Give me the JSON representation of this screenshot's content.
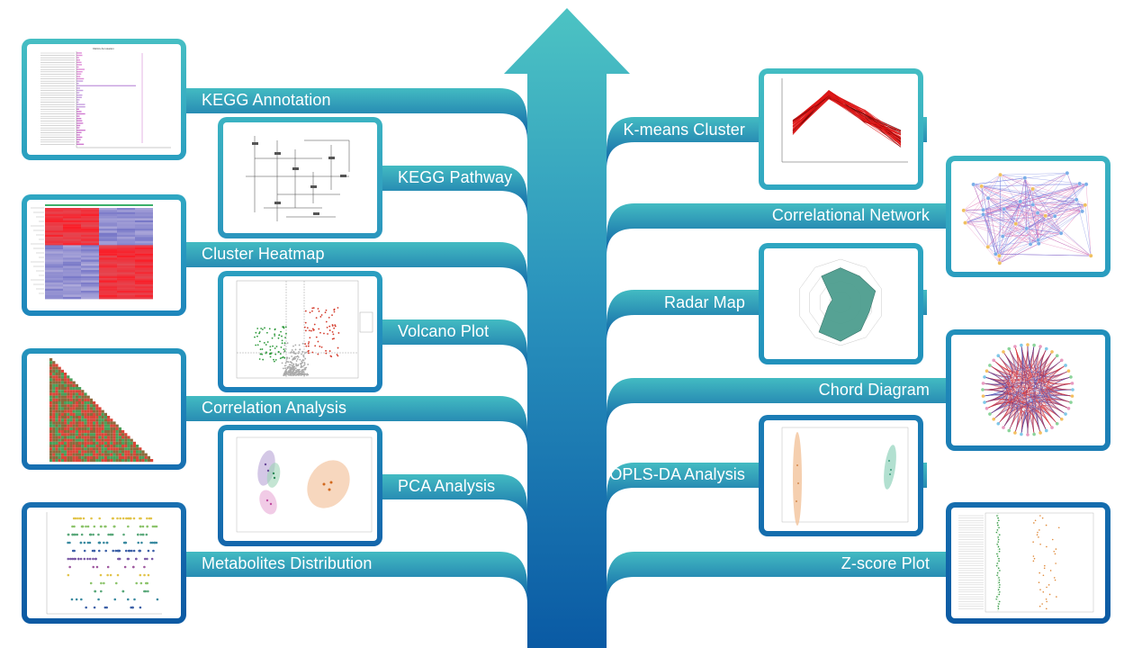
{
  "colors": {
    "teal": "#3bb5c0",
    "blue": "#0b5da7",
    "arrow_top": "#4cc3c3",
    "arrow_bottom": "#0a5aa4"
  },
  "left_items": [
    {
      "label": "KEGG Annotation",
      "thumbnail": "bar-annotation"
    },
    {
      "label": "KEGG Pathway",
      "thumbnail": "pathway-map"
    },
    {
      "label": "Cluster Heatmap",
      "thumbnail": "heatmap"
    },
    {
      "label": "Volcano Plot",
      "thumbnail": "volcano"
    },
    {
      "label": "Correlation Analysis",
      "thumbnail": "triangle-heatmap"
    },
    {
      "label": "PCA Analysis",
      "thumbnail": "pca-scatter"
    },
    {
      "label": "Metabolites Distribution",
      "thumbnail": "dot-distribution"
    }
  ],
  "right_items": [
    {
      "label": "K-means Cluster",
      "thumbnail": "line-cluster"
    },
    {
      "label": "Correlational Network",
      "thumbnail": "network"
    },
    {
      "label": "Radar Map",
      "thumbnail": "radar"
    },
    {
      "label": "Chord Diagram",
      "thumbnail": "chord"
    },
    {
      "label": "OPLS-DA Analysis",
      "thumbnail": "opls-scatter"
    },
    {
      "label": "Z-score Plot",
      "thumbnail": "zscore"
    }
  ]
}
